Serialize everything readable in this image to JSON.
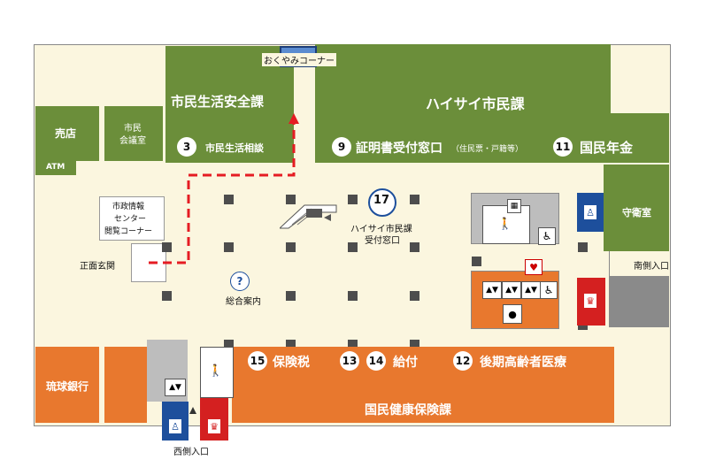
{
  "areas": {
    "condolence": "おくやみコーナー",
    "civic_safety": "市民生活安全課",
    "civic_consult": "市民生活相談",
    "haisai": "ハイサイ市民課",
    "certificate": "証明書受付窓口",
    "certificate_note": "（住民票・戸籍等）",
    "pension": "国民年金",
    "shop": "売店",
    "meeting": [
      "市民",
      "会議室"
    ],
    "atm": "ATM",
    "info_corner": [
      "市政情報",
      "センター",
      "閲覧コーナー"
    ],
    "haisai_window": [
      "ハイサイ市民課",
      "受付窓口"
    ],
    "guard": "守衛室",
    "guide": "総合案内",
    "bank": "琉球銀行",
    "insurance_tax": "保険税",
    "payment": "給付",
    "elderly": "後期高齢者医療",
    "nhi": "国民健康保険課"
  },
  "numbers": {
    "n3": "3",
    "n9": "9",
    "n11": "11",
    "n17": "17",
    "n15": "15",
    "n13": "13",
    "n14": "14",
    "n12": "12"
  },
  "entrances": {
    "main": "正面玄関",
    "south": "南側入口",
    "west": "西側入口"
  },
  "icons": {
    "guide": "?"
  },
  "colors": {
    "green": "#6b8e3a",
    "orange": "#e8782e",
    "floor": "#fbf6df",
    "blue_toilet": "#1d4f9c",
    "red_toilet": "#d42020",
    "route": "#e51c23"
  }
}
